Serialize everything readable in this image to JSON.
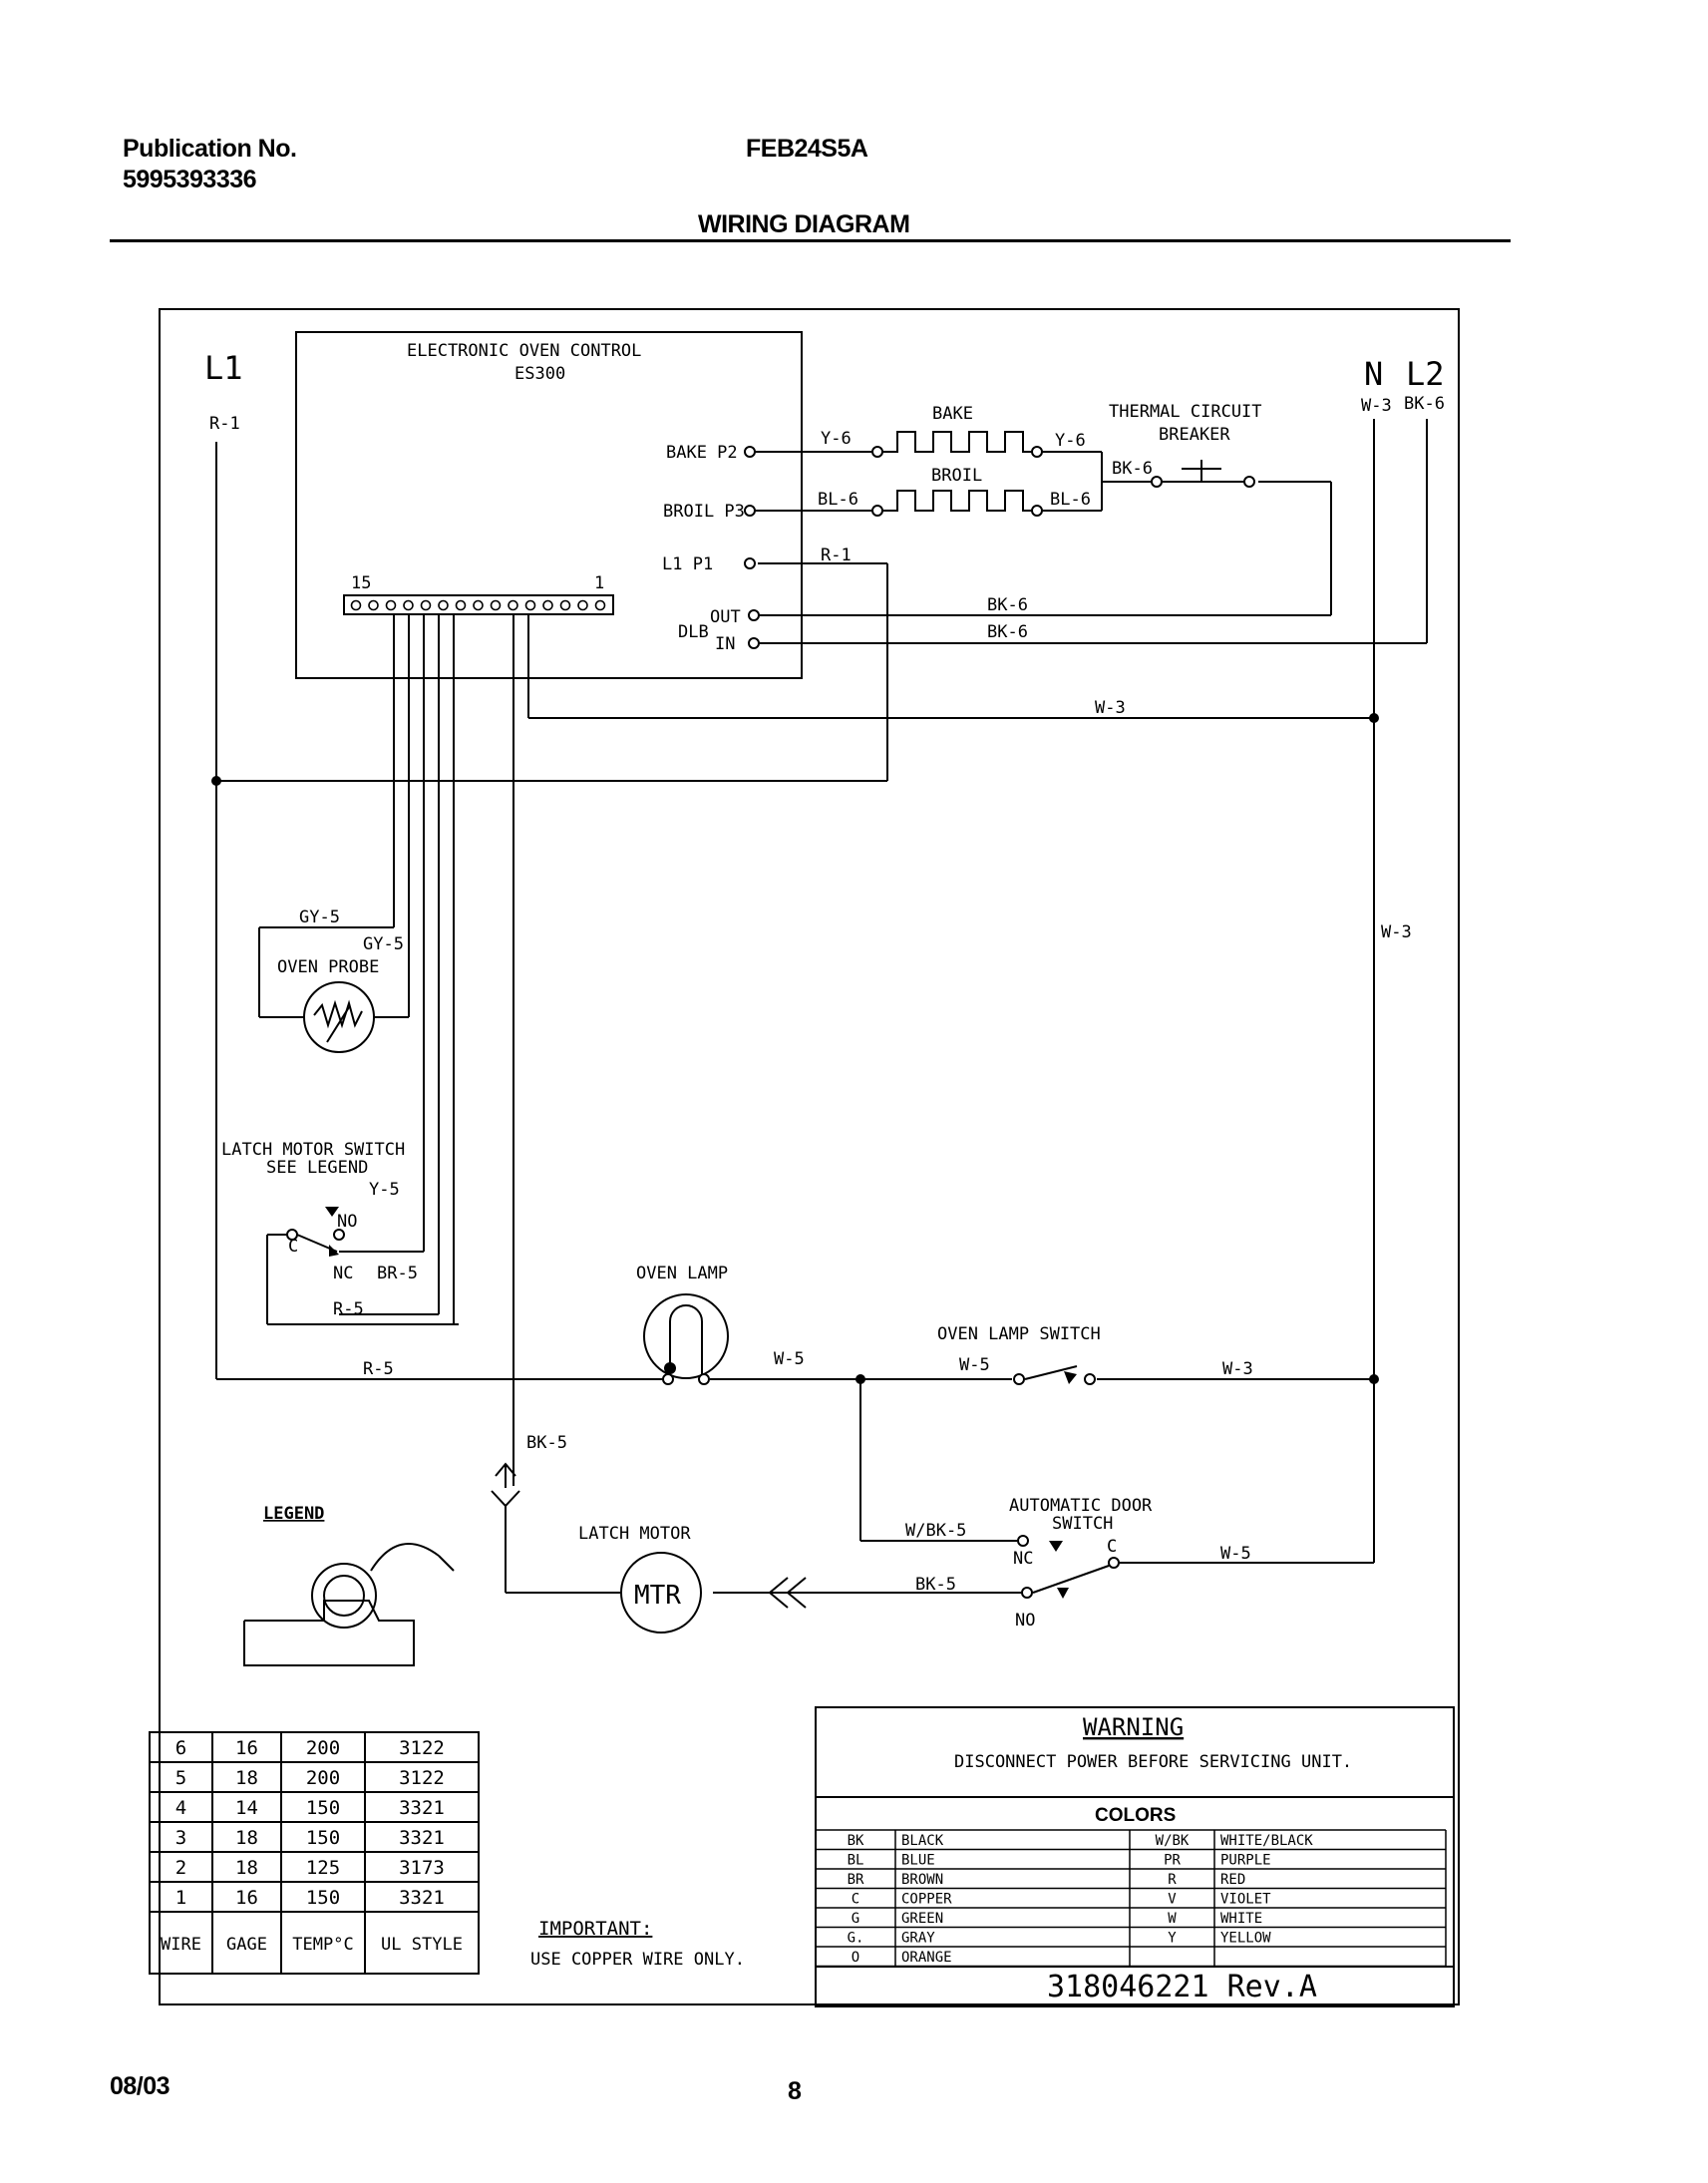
{
  "header": {
    "publication_label": "Publication No.",
    "publication_number": "5995393336",
    "model": "FEB24S5A",
    "section_title": "WIRING DIAGRAM"
  },
  "footer": {
    "date": "08/03",
    "page_number": "8"
  },
  "diagram": {
    "terminals": {
      "l1": "L1",
      "n": "N",
      "l2": "L2"
    },
    "control": {
      "title_line1": "ELECTRONIC OVEN CONTROL",
      "title_line2": "ES300",
      "connector_left": "15",
      "connector_right": "1",
      "bake_pin": "BAKE  P2",
      "broil_pin": "BROIL P3",
      "l1_pin": "L1   P1",
      "dlb": "DLB",
      "out": "OUT",
      "in": "IN"
    },
    "components": {
      "bake": "BAKE",
      "broil": "BROIL",
      "thermal_line1": "THERMAL CIRCUIT",
      "thermal_line2": "BREAKER",
      "oven_probe": "OVEN PROBE",
      "latch_switch_line1": "LATCH MOTOR SWITCH",
      "latch_switch_line2": "SEE LEGEND",
      "oven_lamp": "OVEN LAMP",
      "oven_lamp_switch": "OVEN LAMP SWITCH",
      "door_switch_line1": "AUTOMATIC DOOR",
      "door_switch_line2": "SWITCH",
      "latch_motor": "LATCH MOTOR",
      "motor": "MTR",
      "legend": "LEGEND"
    },
    "wires": {
      "r1": "R-1",
      "w3": "W-3",
      "bk6": "BK-6",
      "y6": "Y-6",
      "bl6": "BL-6",
      "gy5": "GY-5",
      "y5": "Y-5",
      "br5": "BR-5",
      "r5": "R-5",
      "w5": "W-5",
      "bk5": "BK-5",
      "wbk5": "W/BK-5"
    },
    "contacts": {
      "no": "NO",
      "nc": "NC",
      "c": "C"
    }
  },
  "wire_table": {
    "headers": [
      "WIRE",
      "GAGE",
      "TEMP°C",
      "UL STYLE"
    ],
    "rows": [
      [
        "6",
        "16",
        "200",
        "3122"
      ],
      [
        "5",
        "18",
        "200",
        "3122"
      ],
      [
        "4",
        "14",
        "150",
        "3321"
      ],
      [
        "3",
        "18",
        "150",
        "3321"
      ],
      [
        "2",
        "18",
        "125",
        "3173"
      ],
      [
        "1",
        "16",
        "150",
        "3321"
      ]
    ]
  },
  "important": {
    "title": "IMPORTANT:",
    "text": "USE COPPER WIRE ONLY."
  },
  "warning": {
    "title": "WARNING",
    "text": "DISCONNECT POWER BEFORE SERVICING UNIT."
  },
  "colors": {
    "title": "COLORS",
    "rows": [
      [
        "BK",
        "BLACK",
        "W/BK",
        "WHITE/BLACK"
      ],
      [
        "BL",
        "BLUE",
        "PR",
        "PURPLE"
      ],
      [
        "BR",
        "BROWN",
        "R",
        "RED"
      ],
      [
        "C",
        "COPPER",
        "V",
        "VIOLET"
      ],
      [
        "G",
        "GREEN",
        "W",
        "WHITE"
      ],
      [
        "G.",
        "GRAY",
        "Y",
        "YELLOW"
      ],
      [
        "O",
        "ORANGE",
        "",
        ""
      ]
    ]
  },
  "part_number": "318046221 Rev.A"
}
